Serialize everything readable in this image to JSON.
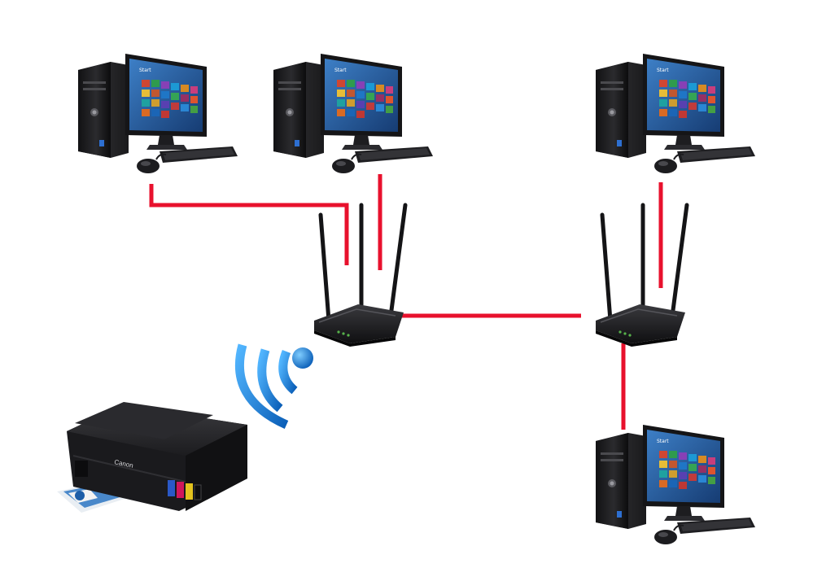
{
  "diagram": {
    "nodes": [
      {
        "id": "pc1",
        "kind": "desktop-computer",
        "screen_label": "Start"
      },
      {
        "id": "pc2",
        "kind": "desktop-computer",
        "screen_label": "Start"
      },
      {
        "id": "pc3",
        "kind": "desktop-computer",
        "screen_label": "Start"
      },
      {
        "id": "pc4",
        "kind": "desktop-computer",
        "screen_label": "Start"
      },
      {
        "id": "router1",
        "kind": "wireless-router"
      },
      {
        "id": "router2",
        "kind": "wireless-router"
      },
      {
        "id": "printer",
        "kind": "inkjet-printer",
        "brand_label": "Canon"
      }
    ],
    "links": [
      {
        "from": "pc1",
        "to": "router1",
        "type": "wired"
      },
      {
        "from": "pc2",
        "to": "router1",
        "type": "wired"
      },
      {
        "from": "router1",
        "to": "router2",
        "type": "wired"
      },
      {
        "from": "pc3",
        "to": "router2",
        "type": "wired"
      },
      {
        "from": "router2",
        "to": "pc4",
        "type": "wired"
      },
      {
        "from": "router1",
        "to": "printer",
        "type": "wireless"
      }
    ],
    "colors": {
      "wire": "#e8112d",
      "wifi": "#1e8fe6",
      "device_dark": "#1b1b1d",
      "screen_blue": "#1f4f8f"
    },
    "icons": [
      "wifi-signal-icon"
    ]
  }
}
